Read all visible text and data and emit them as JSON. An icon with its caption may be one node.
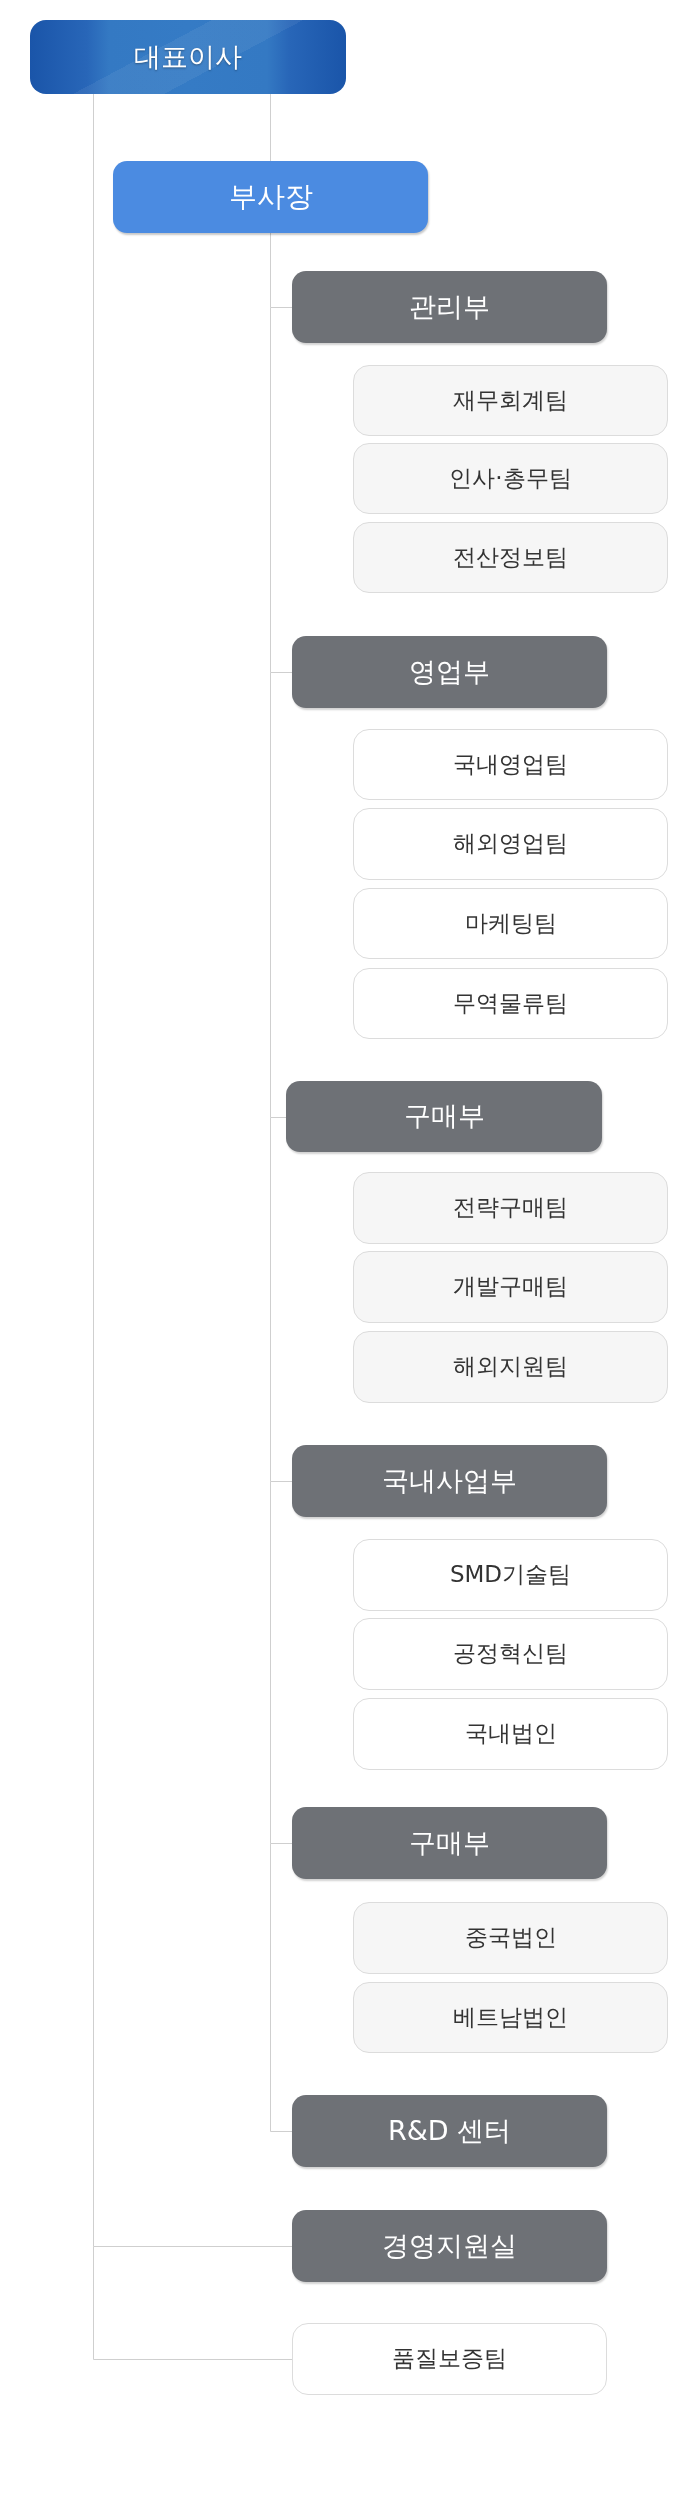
{
  "diagram": {
    "nodes": [
      {
        "text": [
          "대표이사"
        ]
      },
      {
        "text": [
          "부사장"
        ]
      },
      {
        "text": [
          "관리부"
        ]
      },
      {
        "text": [
          "재무회계팀"
        ]
      },
      {
        "text": [
          "인사·총무팀"
        ]
      },
      {
        "text": [
          "전산정보팀"
        ]
      },
      {
        "text": [
          "영업부"
        ]
      },
      {
        "text": [
          "국내영업팀"
        ]
      },
      {
        "text": [
          "해외영업팀"
        ]
      },
      {
        "text": [
          "마케팅팀"
        ]
      },
      {
        "text": [
          "무역물류팀"
        ]
      },
      {
        "text": [
          "구매부"
        ]
      },
      {
        "text": [
          "전략구매팀"
        ]
      },
      {
        "text": [
          "개발구매팀"
        ]
      },
      {
        "text": [
          "해외지원팀"
        ]
      },
      {
        "text": [
          "국내사업부"
        ]
      },
      {
        "text": [
          "SMD기술팀"
        ]
      },
      {
        "text": [
          "공정혁신팀"
        ]
      },
      {
        "text": [
          "국내법인"
        ]
      },
      {
        "text": [
          "구매부"
        ]
      },
      {
        "text": [
          "중국법인"
        ]
      },
      {
        "text": [
          "베트남법인"
        ]
      },
      {
        "text": [
          "R&D 센터"
        ]
      },
      {
        "text": [
          "경영지원실"
        ]
      },
      {
        "text": [
          "품질보증팀"
        ]
      }
    ],
    "edges": [
      {
        "from": 0,
        "to": 1,
        "arrow": "none"
      },
      {
        "from": 1,
        "to": 2,
        "arrow": "none"
      },
      {
        "from": 1,
        "to": 6,
        "arrow": "none"
      },
      {
        "from": 1,
        "to": 11,
        "arrow": "none"
      },
      {
        "from": 1,
        "to": 15,
        "arrow": "none"
      },
      {
        "from": 1,
        "to": 19,
        "arrow": "none"
      },
      {
        "from": 1,
        "to": 22,
        "arrow": "none"
      },
      {
        "from": 0,
        "to": 23,
        "arrow": "none"
      },
      {
        "from": 0,
        "to": 24,
        "arrow": "none"
      }
    ]
  }
}
